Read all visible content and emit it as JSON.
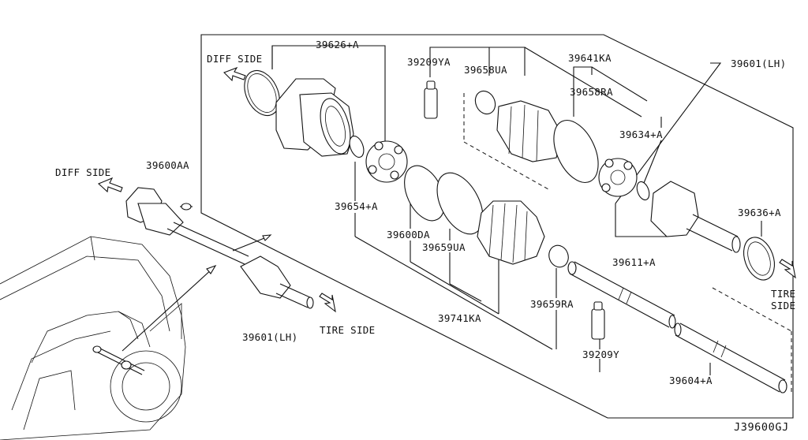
{
  "diagram": {
    "drawing_code": "J39600GJ",
    "parts": {
      "p39626a": "39626+A",
      "p39209ya": "39209YA",
      "p39658ua": "39658UA",
      "p39641ka": "39641KA",
      "p39601lh_box": "39601(LH)",
      "p39658ra": "39658RA",
      "p39634a": "39634+A",
      "p39600aa": "39600AA",
      "p39654a": "39654+A",
      "p39636a": "39636+A",
      "p39600da": "39600DA",
      "p39659ua": "39659UA",
      "p39611a": "39611+A",
      "p39659ra": "39659RA",
      "p39741ka": "39741KA",
      "p39601lh": "39601(LH)",
      "p39209y": "39209Y",
      "p39604a": "39604+A"
    },
    "directions": {
      "diff_side_top": "DIFF SIDE",
      "diff_side_left": "DIFF SIDE",
      "tire_side_bottom": "TIRE SIDE",
      "tire_side_right_1": "TIRE",
      "tire_side_right_2": "SIDE"
    }
  }
}
